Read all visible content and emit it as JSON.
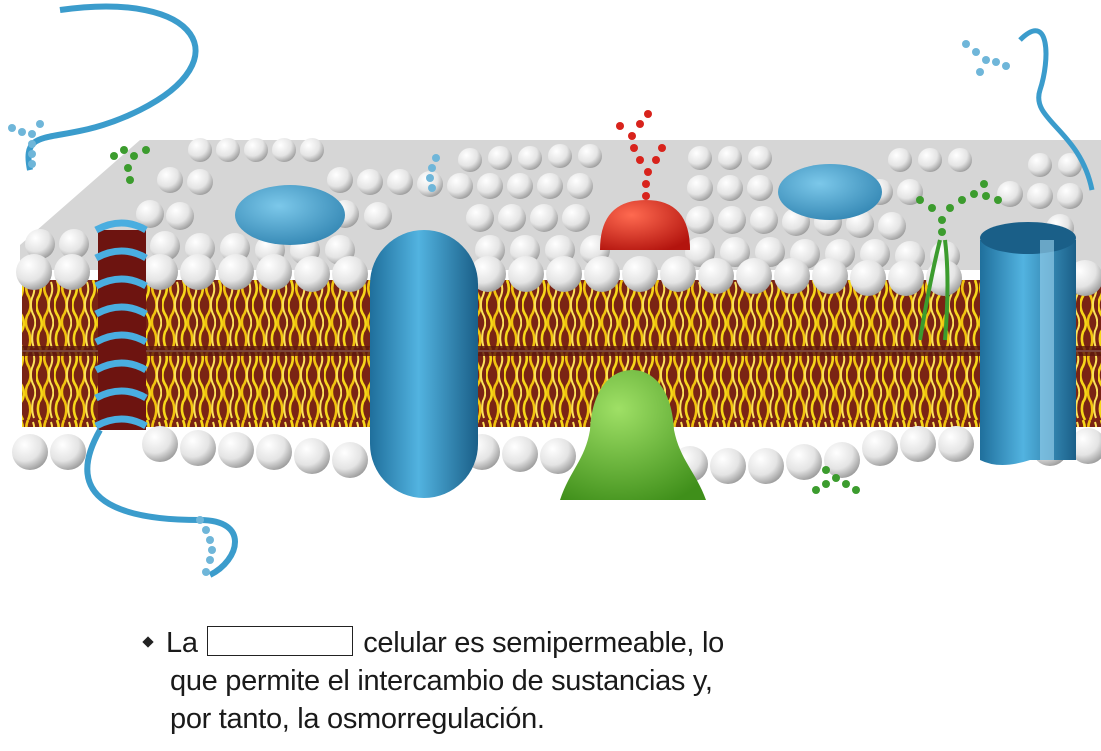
{
  "illustration": {
    "subject": "cell-membrane-fluid-mosaic",
    "colors": {
      "phospholipid_head": "#e8e8e8",
      "lipid_tail": "#f2d21a",
      "tail_shadow": "#6b1a10",
      "protein_blue": "#3b9ccc",
      "protein_red": "#d8231c",
      "protein_green": "#6dc431",
      "glycolipid_green": "#3c9c2e",
      "glyco_chain_blue": "#6fb6d9"
    }
  },
  "caption": {
    "bullet": "♦",
    "prefix": "La",
    "blank_answer": "",
    "line1_rest": "celular es semipermeable, lo",
    "line2": "que permite el intercambio de sustancias y,",
    "line3": "por tanto, la osmorregulación."
  }
}
